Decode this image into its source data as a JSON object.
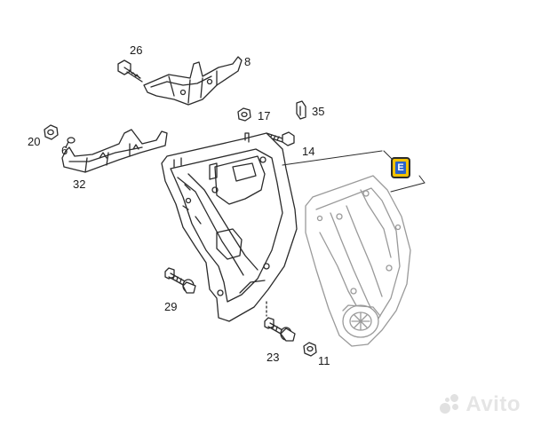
{
  "callouts": {
    "c26": "26",
    "c8": "8",
    "c17": "17",
    "c35": "35",
    "c20": "20",
    "c6": "6",
    "c14": "14",
    "c32": "32",
    "c29": "29",
    "c23": "23",
    "c11": "11"
  },
  "detail_tag": "E",
  "watermark": {
    "brand": "Avito",
    "color": "#d0d0d0"
  },
  "colors": {
    "line": "#2b2b2b",
    "secondary_line": "#9a9a9a",
    "tag_fill": "#2b62c9",
    "tag_accent": "#f3c200"
  }
}
